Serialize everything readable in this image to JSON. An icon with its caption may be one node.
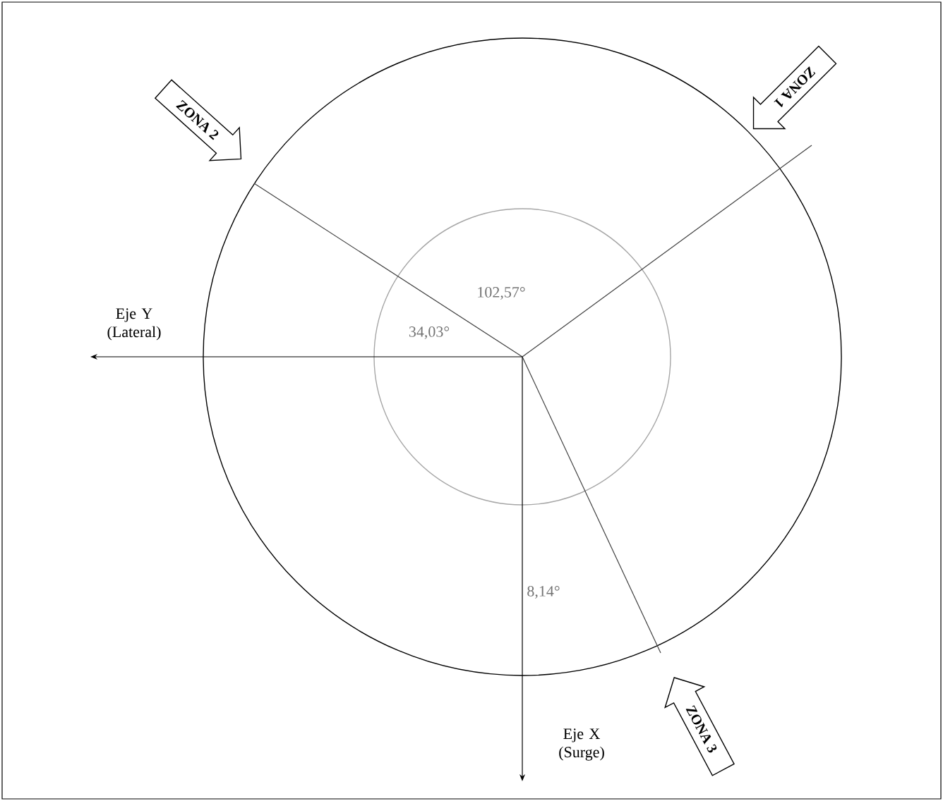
{
  "diagram": {
    "nodes": [
      {
        "text": [
          "ZONA 1"
        ]
      },
      {
        "text": [
          "ZONA 2"
        ]
      },
      {
        "text": [
          "ZONA 3"
        ]
      }
    ],
    "labels": [
      "102,57°",
      "Eje Y (Lateral)",
      "34,03°",
      "8,14°",
      "Eje X (Surge)"
    ]
  }
}
